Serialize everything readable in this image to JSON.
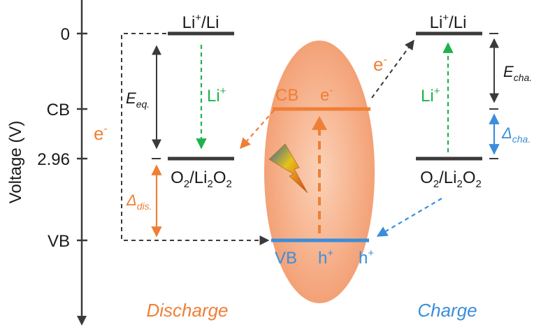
{
  "axis": {
    "label": "Voltage (V)",
    "ticks": [
      "0",
      "CB",
      "2.96",
      "VB"
    ]
  },
  "left": {
    "top_level": {
      "main": "Li",
      "sup": "+",
      "rest": "/Li"
    },
    "bottom_level": {
      "a": "O",
      "s1": "2",
      "b": "/Li",
      "s2": "2",
      "c": "O",
      "s3": "2"
    },
    "li_ion": {
      "main": "Li",
      "sup": "+"
    },
    "e_eq": {
      "main": "E",
      "sub": "eq."
    },
    "delta_dis": {
      "main": "Δ",
      "sub": "dis."
    },
    "electron": {
      "main": "e",
      "sup": "-"
    },
    "caption": "Discharge"
  },
  "center": {
    "cb_label": "CB",
    "cb_electron": {
      "main": "e",
      "sup": "-"
    },
    "vb_label": "VB",
    "hole1": {
      "main": "h",
      "sup": "+"
    },
    "hole2": {
      "main": "h",
      "sup": "+"
    }
  },
  "right": {
    "top_level": {
      "main": "Li",
      "sup": "+",
      "rest": "/Li"
    },
    "bottom_level": {
      "a": "O",
      "s1": "2",
      "b": "/Li",
      "s2": "2",
      "c": "O",
      "s3": "2"
    },
    "li_ion": {
      "main": "Li",
      "sup": "+"
    },
    "e_cha": {
      "main": "E",
      "sub": "cha."
    },
    "delta_cha": {
      "main": "Δ",
      "sub": "cha."
    },
    "electron": {
      "main": "e",
      "sup": "-"
    },
    "caption": "Charge"
  },
  "colors": {
    "orange": "#ef7f36",
    "green": "#1db34b",
    "blue": "#3a8edb",
    "dark": "#3a3a3a"
  }
}
